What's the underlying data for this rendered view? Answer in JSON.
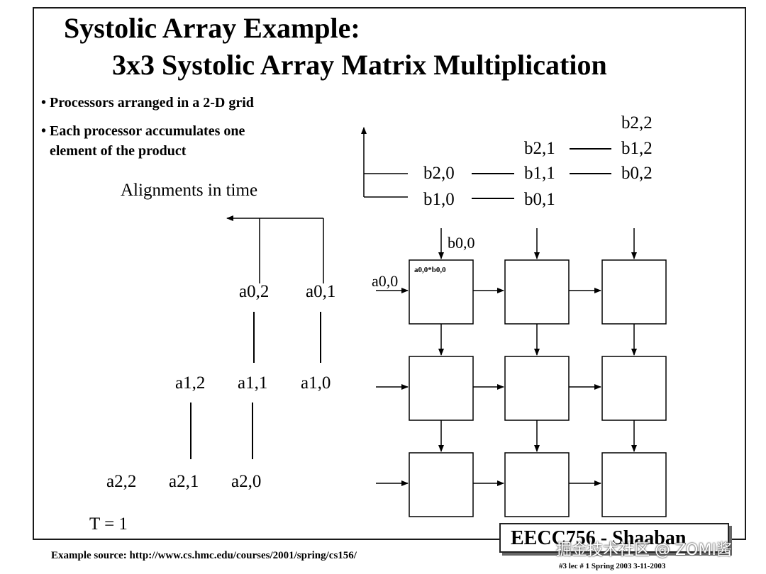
{
  "title": {
    "line1": "Systolic Array  Example:",
    "line2": "3x3 Systolic Array Matrix Multiplication"
  },
  "bullets": [
    "• Processors arranged in a 2-D grid",
    "• Each processor accumulates one",
    "element of the product"
  ],
  "alignments_label": "Alignments in time",
  "b_labels": {
    "b22": "b2,2",
    "b21": "b2,1",
    "b12": "b1,2",
    "b20": "b2,0",
    "b11": "b1,1",
    "b02": "b0,2",
    "b10": "b1,0",
    "b01": "b0,1",
    "b00": "b0,0"
  },
  "a_labels": {
    "a02": "a0,2",
    "a01": "a0,1",
    "a12": "a1,2",
    "a11": "a1,1",
    "a10": "a1,0",
    "a22": "a2,2",
    "a21": "a2,1",
    "a20": "a2,0",
    "a00": "a0,0"
  },
  "cell_label": "a0,0*b0,0",
  "time_label": "T = 1",
  "footer": {
    "source": "Example source:  http://www.cs.hmc.edu/courses/2001/spring/cs156/",
    "course": "EECC756 - Shaaban",
    "meta": "#3   lec # 1   Spring 2003   3-11-2003",
    "watermark": "掘金技术社区 @ ZOMI酱"
  }
}
